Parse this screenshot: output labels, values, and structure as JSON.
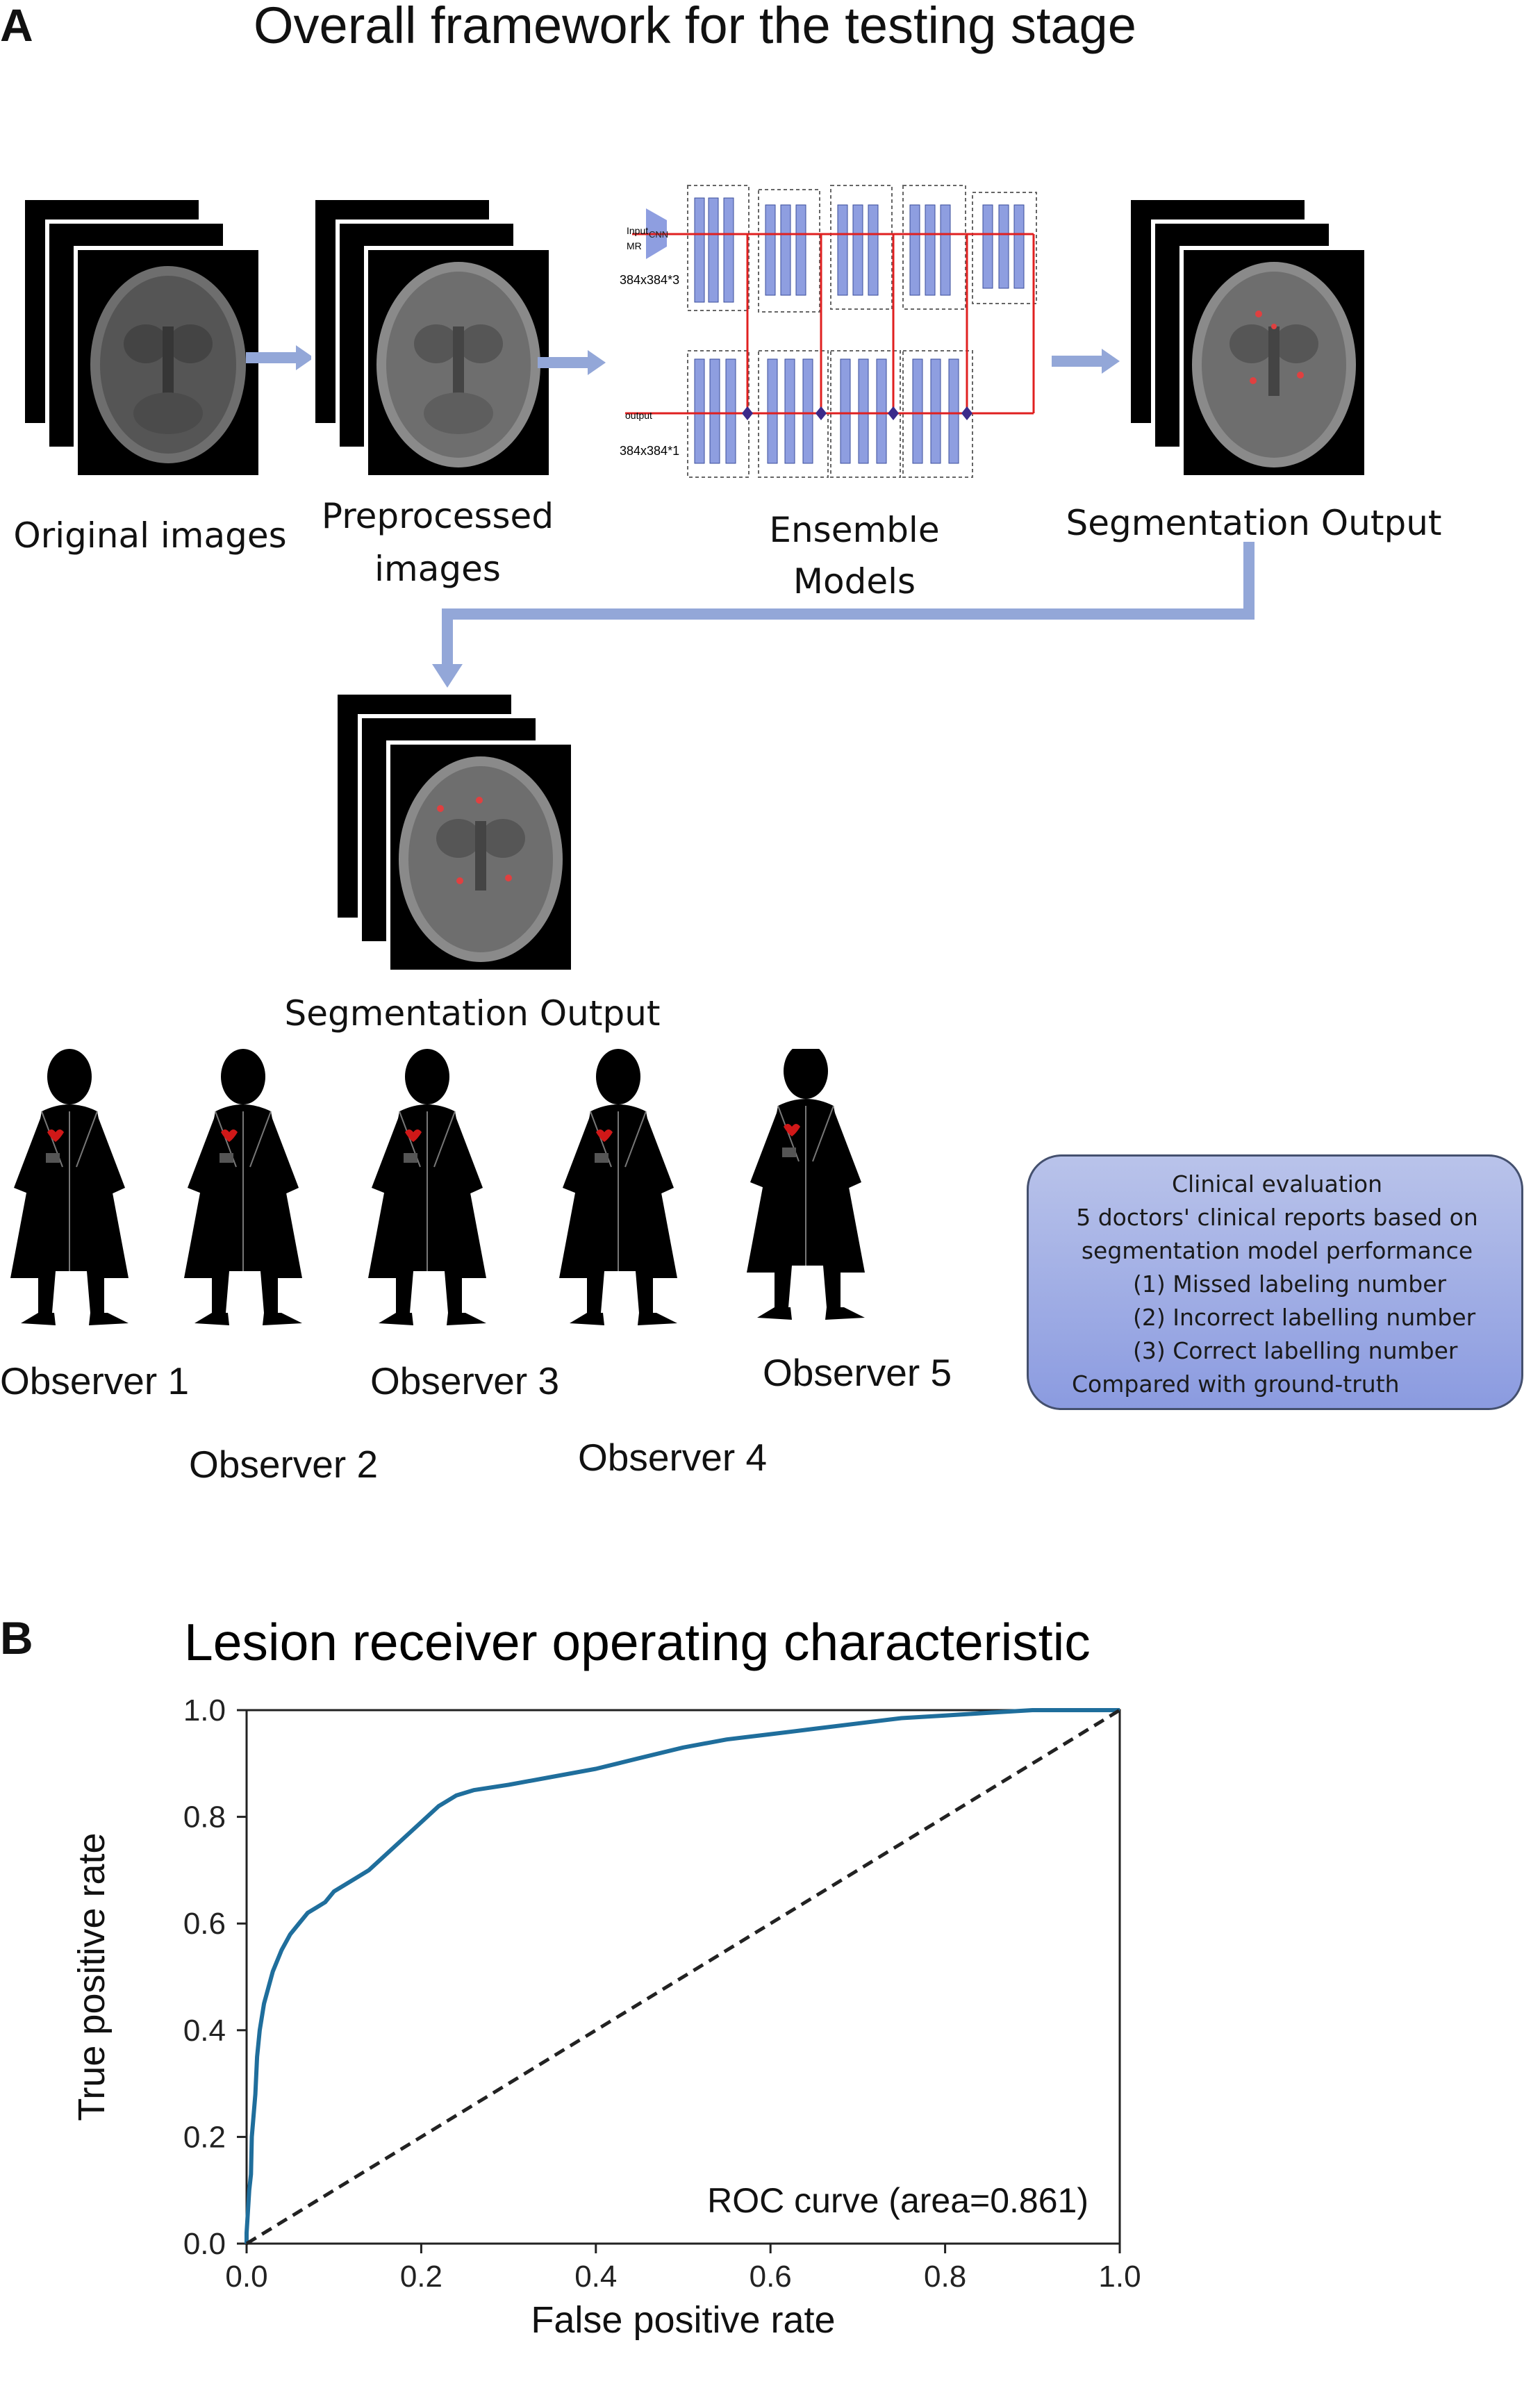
{
  "panel_a": {
    "letter": "A",
    "title": "Overall framework for the testing stage",
    "labels": {
      "original": "Original images",
      "preprocessed_1": "Preprocessed",
      "preprocessed_2": "images",
      "ensemble_1": "Ensemble",
      "ensemble_2": "Models",
      "seg_output_top": "Segmentation Output",
      "seg_output_bottom": "Segmentation Output"
    },
    "network": {
      "input_label": "Input",
      "mr_label": "MR",
      "cnn_label": "CNN",
      "input_size": "384x384*3",
      "output_label": "output",
      "output_size": "384x384*1"
    },
    "observers": [
      "Observer 1",
      "Observer 2",
      "Observer 3",
      "Observer 4",
      "Observer 5"
    ],
    "clinical_box": {
      "title": "Clinical evaluation",
      "line1": "5 doctors' clinical reports based on",
      "line2": "segmentation model performance",
      "item1": "(1) Missed labeling number",
      "item2": "(2) Incorrect labelling number",
      "item3": "(3) Correct labelling number",
      "footer": "Compared with ground-truth"
    },
    "colors": {
      "arrow": "#93a7d8",
      "network_block": "#8e9ee0",
      "network_line": "#e02020",
      "lesion": "#e04040"
    }
  },
  "panel_b": {
    "letter": "B",
    "chart_data": {
      "type": "line",
      "title": "Lesion receiver operating characteristic",
      "xlabel": "False positive rate",
      "ylabel": "True positive rate",
      "xlim": [
        0.0,
        1.0
      ],
      "ylim": [
        0.0,
        1.0
      ],
      "xticks": [
        "0.0",
        "0.2",
        "0.4",
        "0.6",
        "0.8",
        "1.0"
      ],
      "yticks": [
        "0.0",
        "0.2",
        "0.4",
        "0.6",
        "0.8",
        "1.0"
      ],
      "grid": false,
      "annotation": "ROC curve (area=0.861)",
      "series": [
        {
          "name": "ROC curve (area=0.861)",
          "color": "#1f6e9c",
          "x": [
            0.0,
            0.0,
            0.003,
            0.005,
            0.006,
            0.01,
            0.012,
            0.015,
            0.02,
            0.025,
            0.03,
            0.04,
            0.05,
            0.06,
            0.07,
            0.08,
            0.09,
            0.1,
            0.12,
            0.14,
            0.16,
            0.18,
            0.2,
            0.22,
            0.24,
            0.26,
            0.3,
            0.35,
            0.4,
            0.45,
            0.5,
            0.55,
            0.6,
            0.65,
            0.7,
            0.75,
            0.8,
            0.85,
            0.9,
            0.95,
            1.0
          ],
          "y": [
            0.0,
            0.02,
            0.1,
            0.13,
            0.2,
            0.28,
            0.35,
            0.4,
            0.45,
            0.48,
            0.51,
            0.55,
            0.58,
            0.6,
            0.62,
            0.63,
            0.64,
            0.66,
            0.68,
            0.7,
            0.73,
            0.76,
            0.79,
            0.82,
            0.84,
            0.85,
            0.86,
            0.875,
            0.89,
            0.91,
            0.93,
            0.945,
            0.955,
            0.965,
            0.975,
            0.985,
            0.99,
            0.995,
            1.0,
            1.0,
            1.0
          ]
        },
        {
          "name": "",
          "color": "#222222",
          "dashed": true,
          "x": [
            0.0,
            1.0
          ],
          "y": [
            0.0,
            1.0
          ]
        }
      ]
    }
  }
}
